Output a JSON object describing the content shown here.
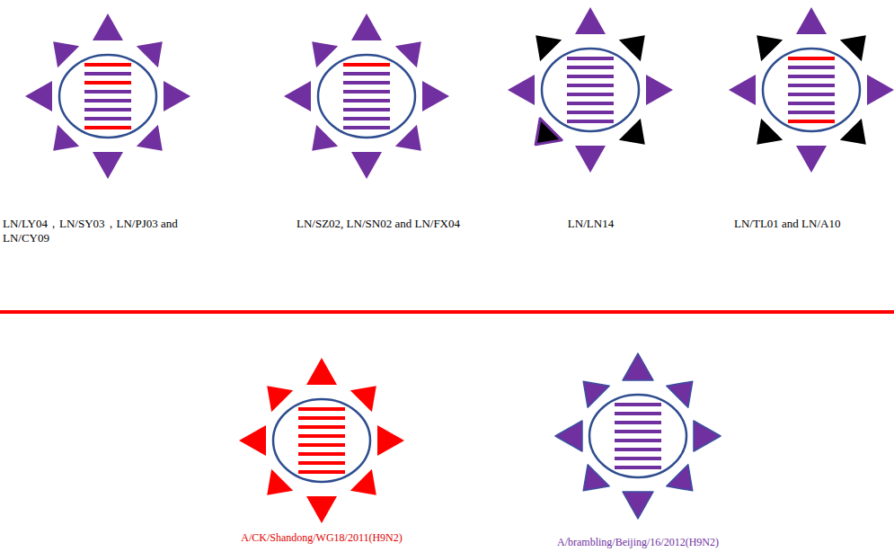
{
  "diagram": {
    "nodes": [
      {
        "text": [
          "LN/LY04，LN/SY03，LN/PJ03 and LN/CY09"
        ]
      },
      {
        "text": [
          "LN/SZ02, LN/SN02 and LN/FX04"
        ]
      },
      {
        "text": [
          "LN/LN14"
        ]
      },
      {
        "text": [
          "LN/TL01 and LN/A10"
        ]
      },
      {
        "text": [
          "A/CK/Shandong/WG18/2011(H9N2)"
        ]
      },
      {
        "text": [
          "A/brambling/Beijing/16/2012(H9N2)"
        ]
      }
    ]
  }
}
